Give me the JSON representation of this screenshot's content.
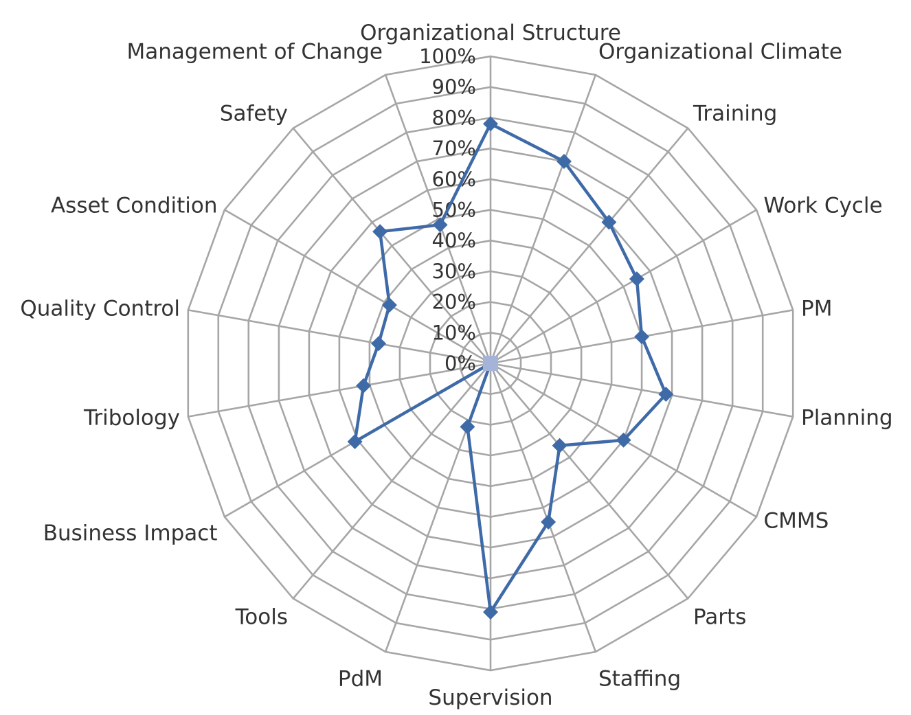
{
  "chart_data": {
    "type": "radar",
    "categories": [
      "Organizational Structure",
      "Organizational Climate",
      "Training",
      "Work Cycle",
      "PM",
      "Planning",
      "CMMS",
      "Parts",
      "Staffing",
      "Supervision",
      "PdM",
      "Tools",
      "Business Impact",
      "Tribology",
      "Quality Control",
      "Asset Condition",
      "Safety",
      "Management of Change"
    ],
    "series": [
      {
        "values": [
          78,
          70,
          60,
          55,
          50,
          58,
          50,
          35,
          55,
          81,
          22,
          0,
          51,
          42,
          37,
          38,
          56,
          48
        ]
      }
    ],
    "rlim": [
      0,
      100
    ],
    "ticks": [
      "0%",
      "10%",
      "20%",
      "30%",
      "40%",
      "50%",
      "60%",
      "70%",
      "80%",
      "90%",
      "100%"
    ],
    "grid": true,
    "legend": "none",
    "colors": {
      "series": "#3f6aa8",
      "grid": "#a6a6a6",
      "center_marker": "#a5b3d9",
      "text": "#333333"
    }
  }
}
